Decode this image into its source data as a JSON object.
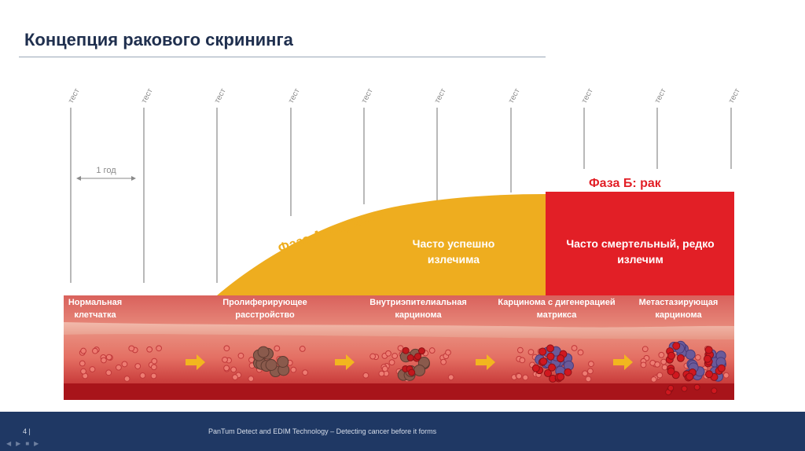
{
  "slide": {
    "title": "Концепция ракового скрининга",
    "page_number": "4 |",
    "footer_text": "PanTum Detect and EDIM Technology  – Detecting cancer before it forms"
  },
  "timeline": {
    "test_label": "тест",
    "year_label": "1 год"
  },
  "phases": {
    "a_label": "Фаза А: опухоль",
    "a_text": "Часто успешно излечима",
    "b_label": "Фаза Б: рак",
    "b_text": "Часто смертельный, редко излечим"
  },
  "stages": [
    {
      "label": "Нормальная клетчатка"
    },
    {
      "label": "Пролиферирующее расстройство"
    },
    {
      "label": "Внутриэпителиальная карцинома"
    },
    {
      "label": "Карцинома с дигенерацией матрикса"
    },
    {
      "label": "Метастазирующая карцинома"
    }
  ],
  "colors": {
    "phase_a": "#eead1f",
    "phase_b": "#e21f26",
    "tissue_top": "#d95a58",
    "tissue_bottom": "#a8141a",
    "arrow": "#f2b61f"
  }
}
